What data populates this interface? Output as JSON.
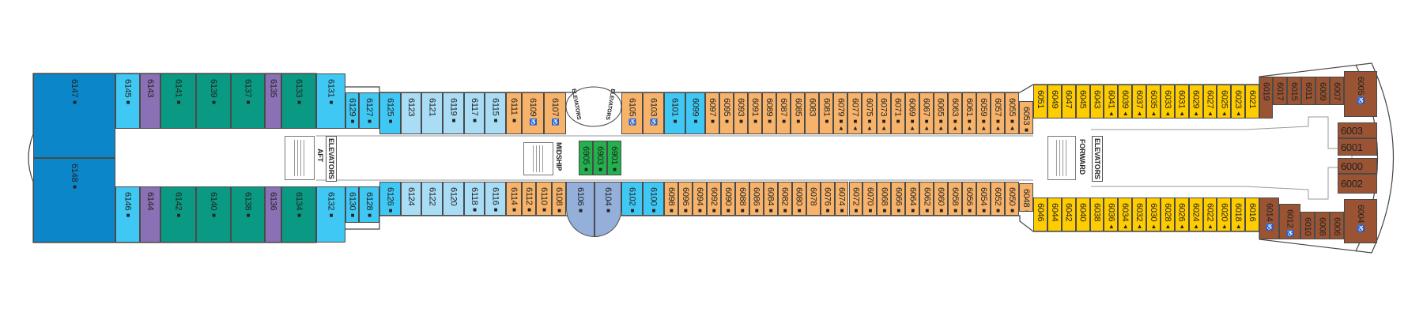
{
  "categories": {
    "suite_blue": "#0b87c9",
    "sky_blue": "#40c8f4",
    "pale_blue": "#a9dcf5",
    "purple": "#8a70b4",
    "teal": "#0a9a84",
    "orange": "#f8b36a",
    "yellow": "#ffcc00",
    "brown": "#9a5434",
    "green": "#22b14c",
    "lavender": "#94afd9"
  },
  "marks": {
    "square": "■",
    "triangle": "■▲",
    "tri_only": "▲",
    "dot": "●",
    "accessible": "♿",
    "none": ""
  },
  "labels": {
    "aft": "AFT",
    "aft_elevators": "ELEVATORS",
    "midship": "MIDSHIP",
    "mid_elevators_left": "ELEVATORS",
    "mid_elevators_right": "ELEVATORS",
    "forward": "FORWARD",
    "forward_elevators": "ELEVATORS"
  },
  "groups": [
    {
      "id": "aft_suites",
      "cabins": [
        {
          "n": "6147",
          "cat": "suite_blue",
          "mark": "square"
        },
        {
          "n": "6148",
          "cat": "suite_blue",
          "mark": "square"
        }
      ]
    },
    {
      "id": "aft_upper",
      "cabins": [
        {
          "n": "6145",
          "cat": "sky_blue",
          "mark": "square"
        },
        {
          "n": "6143",
          "cat": "purple",
          "mark": "none"
        },
        {
          "n": "6141",
          "cat": "teal",
          "mark": "square"
        },
        {
          "n": "6139",
          "cat": "teal",
          "mark": "square"
        },
        {
          "n": "6137",
          "cat": "teal",
          "mark": "square"
        },
        {
          "n": "6135",
          "cat": "purple",
          "mark": "none"
        },
        {
          "n": "6133",
          "cat": "teal",
          "mark": "square"
        },
        {
          "n": "6131",
          "cat": "sky_blue",
          "mark": "square"
        },
        {
          "n": "6129",
          "cat": "sky_blue",
          "mark": "square"
        },
        {
          "n": "6127",
          "cat": "sky_blue",
          "mark": "square"
        }
      ]
    },
    {
      "id": "aft_lower",
      "cabins": [
        {
          "n": "6146",
          "cat": "sky_blue",
          "mark": "square"
        },
        {
          "n": "6144",
          "cat": "purple",
          "mark": "none"
        },
        {
          "n": "6142",
          "cat": "teal",
          "mark": "square"
        },
        {
          "n": "6140",
          "cat": "teal",
          "mark": "square"
        },
        {
          "n": "6138",
          "cat": "teal",
          "mark": "square"
        },
        {
          "n": "6136",
          "cat": "purple",
          "mark": "none"
        },
        {
          "n": "6134",
          "cat": "teal",
          "mark": "square"
        },
        {
          "n": "6132",
          "cat": "sky_blue",
          "mark": "square"
        },
        {
          "n": "6130",
          "cat": "sky_blue",
          "mark": "square"
        },
        {
          "n": "6128",
          "cat": "sky_blue",
          "mark": "square"
        }
      ]
    },
    {
      "id": "mid_upper_aft",
      "cabins": [
        {
          "n": "6125",
          "cat": "sky_blue",
          "mark": "square"
        },
        {
          "n": "6123",
          "cat": "pale_blue",
          "mark": "none"
        },
        {
          "n": "6121",
          "cat": "pale_blue",
          "mark": "none"
        },
        {
          "n": "6119",
          "cat": "pale_blue",
          "mark": "square"
        },
        {
          "n": "6117",
          "cat": "pale_blue",
          "mark": "square"
        },
        {
          "n": "6115",
          "cat": "pale_blue",
          "mark": "square"
        },
        {
          "n": "6111",
          "cat": "orange",
          "mark": "square"
        },
        {
          "n": "6109",
          "cat": "orange",
          "mark": "accessible"
        },
        {
          "n": "6107",
          "cat": "orange",
          "mark": "accessible"
        }
      ]
    },
    {
      "id": "mid_upper_fwd",
      "cabins": [
        {
          "n": "6105",
          "cat": "orange",
          "mark": "accessible"
        },
        {
          "n": "6103",
          "cat": "orange",
          "mark": "accessible"
        },
        {
          "n": "6101",
          "cat": "sky_blue",
          "mark": "square"
        },
        {
          "n": "6099",
          "cat": "sky_blue",
          "mark": "square"
        },
        {
          "n": "6097",
          "cat": "orange",
          "mark": "square"
        },
        {
          "n": "6095",
          "cat": "orange",
          "mark": "square"
        },
        {
          "n": "6093",
          "cat": "orange",
          "mark": "square"
        },
        {
          "n": "6091",
          "cat": "orange",
          "mark": "square"
        },
        {
          "n": "6089",
          "cat": "orange",
          "mark": "square"
        },
        {
          "n": "6087",
          "cat": "orange",
          "mark": "square"
        },
        {
          "n": "6085",
          "cat": "orange",
          "mark": "square"
        },
        {
          "n": "6083",
          "cat": "orange",
          "mark": "none"
        },
        {
          "n": "6081",
          "cat": "orange",
          "mark": "square"
        },
        {
          "n": "6079",
          "cat": "orange",
          "mark": "triangle"
        },
        {
          "n": "6077",
          "cat": "orange",
          "mark": "triangle"
        },
        {
          "n": "6075",
          "cat": "orange",
          "mark": "triangle"
        },
        {
          "n": "6073",
          "cat": "orange",
          "mark": "triangle"
        },
        {
          "n": "6071",
          "cat": "orange",
          "mark": "square"
        },
        {
          "n": "6069",
          "cat": "orange",
          "mark": "triangle"
        },
        {
          "n": "6067",
          "cat": "orange",
          "mark": "triangle"
        },
        {
          "n": "6065",
          "cat": "orange",
          "mark": "triangle"
        },
        {
          "n": "6063",
          "cat": "orange",
          "mark": "triangle"
        },
        {
          "n": "6061",
          "cat": "orange",
          "mark": "triangle"
        },
        {
          "n": "6059",
          "cat": "orange",
          "mark": "triangle"
        },
        {
          "n": "6057",
          "cat": "orange",
          "mark": "triangle"
        },
        {
          "n": "6055",
          "cat": "orange",
          "mark": "triangle"
        },
        {
          "n": "6053",
          "cat": "orange",
          "mark": "square"
        }
      ]
    },
    {
      "id": "mid_lower",
      "cabins": [
        {
          "n": "6126",
          "cat": "sky_blue",
          "mark": "square"
        },
        {
          "n": "6124",
          "cat": "pale_blue",
          "mark": "none"
        },
        {
          "n": "6122",
          "cat": "pale_blue",
          "mark": "none"
        },
        {
          "n": "6120",
          "cat": "pale_blue",
          "mark": "none"
        },
        {
          "n": "6118",
          "cat": "pale_blue",
          "mark": "square"
        },
        {
          "n": "6116",
          "cat": "pale_blue",
          "mark": "square"
        },
        {
          "n": "6114",
          "cat": "orange",
          "mark": "square"
        },
        {
          "n": "6112",
          "cat": "orange",
          "mark": "square"
        },
        {
          "n": "6110",
          "cat": "orange",
          "mark": "square"
        },
        {
          "n": "6108",
          "cat": "orange",
          "mark": "square"
        },
        {
          "n": "6106",
          "cat": "lavender",
          "mark": "square"
        },
        {
          "n": "6104",
          "cat": "lavender",
          "mark": "square"
        },
        {
          "n": "6102",
          "cat": "sky_blue",
          "mark": "square"
        },
        {
          "n": "6100",
          "cat": "sky_blue",
          "mark": "square"
        },
        {
          "n": "6098",
          "cat": "orange",
          "mark": "square"
        },
        {
          "n": "6096",
          "cat": "orange",
          "mark": "square"
        },
        {
          "n": "6094",
          "cat": "orange",
          "mark": "square"
        },
        {
          "n": "6092",
          "cat": "orange",
          "mark": "square"
        },
        {
          "n": "6090",
          "cat": "orange",
          "mark": "square"
        },
        {
          "n": "6088",
          "cat": "orange",
          "mark": "square"
        },
        {
          "n": "6086",
          "cat": "orange",
          "mark": "square"
        },
        {
          "n": "6084",
          "cat": "orange",
          "mark": "square"
        },
        {
          "n": "6082",
          "cat": "orange",
          "mark": "square"
        },
        {
          "n": "6080",
          "cat": "orange",
          "mark": "square"
        },
        {
          "n": "6078",
          "cat": "orange",
          "mark": "none"
        },
        {
          "n": "6076",
          "cat": "orange",
          "mark": "square"
        },
        {
          "n": "6074",
          "cat": "orange",
          "mark": "triangle"
        },
        {
          "n": "6072",
          "cat": "orange",
          "mark": "triangle"
        },
        {
          "n": "6070",
          "cat": "orange",
          "mark": "triangle"
        },
        {
          "n": "6068",
          "cat": "orange",
          "mark": "triangle"
        },
        {
          "n": "6066",
          "cat": "orange",
          "mark": "square"
        },
        {
          "n": "6064",
          "cat": "orange",
          "mark": "triangle"
        },
        {
          "n": "6062",
          "cat": "orange",
          "mark": "triangle"
        },
        {
          "n": "6060",
          "cat": "orange",
          "mark": "triangle"
        },
        {
          "n": "6058",
          "cat": "orange",
          "mark": "triangle"
        },
        {
          "n": "6056",
          "cat": "orange",
          "mark": "triangle"
        },
        {
          "n": "6054",
          "cat": "orange",
          "mark": "triangle"
        },
        {
          "n": "6052",
          "cat": "orange",
          "mark": "triangle"
        },
        {
          "n": "6050",
          "cat": "orange",
          "mark": "triangle"
        },
        {
          "n": "6048",
          "cat": "orange",
          "mark": "square"
        }
      ]
    },
    {
      "id": "midship_inner",
      "cabins": [
        {
          "n": "6905",
          "cat": "green",
          "mark": "square"
        },
        {
          "n": "6903",
          "cat": "green",
          "mark": "square"
        },
        {
          "n": "6901",
          "cat": "green",
          "mark": "square"
        }
      ]
    },
    {
      "id": "fwd_upper",
      "cabins": [
        {
          "n": "6051",
          "cat": "yellow",
          "mark": "none"
        },
        {
          "n": "6049",
          "cat": "yellow",
          "mark": "none"
        },
        {
          "n": "6047",
          "cat": "yellow",
          "mark": "none"
        },
        {
          "n": "6045",
          "cat": "yellow",
          "mark": "none"
        },
        {
          "n": "6043",
          "cat": "yellow",
          "mark": "none"
        },
        {
          "n": "6041",
          "cat": "yellow",
          "mark": "tri_only"
        },
        {
          "n": "6039",
          "cat": "yellow",
          "mark": "tri_only"
        },
        {
          "n": "6037",
          "cat": "yellow",
          "mark": "tri_only"
        },
        {
          "n": "6035",
          "cat": "yellow",
          "mark": "tri_only"
        },
        {
          "n": "6033",
          "cat": "yellow",
          "mark": "tri_only"
        },
        {
          "n": "6031",
          "cat": "yellow",
          "mark": "tri_only"
        },
        {
          "n": "6029",
          "cat": "yellow",
          "mark": "tri_only"
        },
        {
          "n": "6027",
          "cat": "yellow",
          "mark": "tri_only"
        },
        {
          "n": "6025",
          "cat": "yellow",
          "mark": "tri_only"
        },
        {
          "n": "6023",
          "cat": "yellow",
          "mark": "tri_only"
        },
        {
          "n": "6021",
          "cat": "yellow",
          "mark": "none"
        }
      ]
    },
    {
      "id": "fwd_lower",
      "cabins": [
        {
          "n": "6046",
          "cat": "yellow",
          "mark": "none"
        },
        {
          "n": "6044",
          "cat": "yellow",
          "mark": "none"
        },
        {
          "n": "6042",
          "cat": "yellow",
          "mark": "none"
        },
        {
          "n": "6040",
          "cat": "yellow",
          "mark": "none"
        },
        {
          "n": "6038",
          "cat": "yellow",
          "mark": "none"
        },
        {
          "n": "6036",
          "cat": "yellow",
          "mark": "tri_only"
        },
        {
          "n": "6034",
          "cat": "yellow",
          "mark": "tri_only"
        },
        {
          "n": "6032",
          "cat": "yellow",
          "mark": "tri_only"
        },
        {
          "n": "6030",
          "cat": "yellow",
          "mark": "tri_only"
        },
        {
          "n": "6028",
          "cat": "yellow",
          "mark": "tri_only"
        },
        {
          "n": "6026",
          "cat": "yellow",
          "mark": "tri_only"
        },
        {
          "n": "6024",
          "cat": "yellow",
          "mark": "tri_only"
        },
        {
          "n": "6022",
          "cat": "yellow",
          "mark": "tri_only"
        },
        {
          "n": "6020",
          "cat": "yellow",
          "mark": "tri_only"
        },
        {
          "n": "6018",
          "cat": "yellow",
          "mark": "tri_only"
        },
        {
          "n": "6016",
          "cat": "yellow",
          "mark": "none"
        }
      ]
    },
    {
      "id": "bow",
      "cabins": [
        {
          "n": "6019",
          "cat": "brown",
          "mark": "none"
        },
        {
          "n": "6017",
          "cat": "brown",
          "mark": "none"
        },
        {
          "n": "6015",
          "cat": "brown",
          "mark": "none"
        },
        {
          "n": "6011",
          "cat": "brown",
          "mark": "none"
        },
        {
          "n": "6009",
          "cat": "brown",
          "mark": "dot"
        },
        {
          "n": "6007",
          "cat": "brown",
          "mark": "none"
        },
        {
          "n": "6005",
          "cat": "brown",
          "mark": "accessible"
        },
        {
          "n": "6003",
          "cat": "brown",
          "mark": "none"
        },
        {
          "n": "6001",
          "cat": "brown",
          "mark": "none"
        },
        {
          "n": "6000",
          "cat": "brown",
          "mark": "none"
        },
        {
          "n": "6002",
          "cat": "brown",
          "mark": "none"
        },
        {
          "n": "6014",
          "cat": "brown",
          "mark": "accessible"
        },
        {
          "n": "6012",
          "cat": "brown",
          "mark": "accessible"
        },
        {
          "n": "6010",
          "cat": "brown",
          "mark": "none"
        },
        {
          "n": "6008",
          "cat": "brown",
          "mark": "dot"
        },
        {
          "n": "6006",
          "cat": "brown",
          "mark": "none"
        },
        {
          "n": "6004",
          "cat": "brown",
          "mark": "accessible"
        }
      ]
    }
  ]
}
